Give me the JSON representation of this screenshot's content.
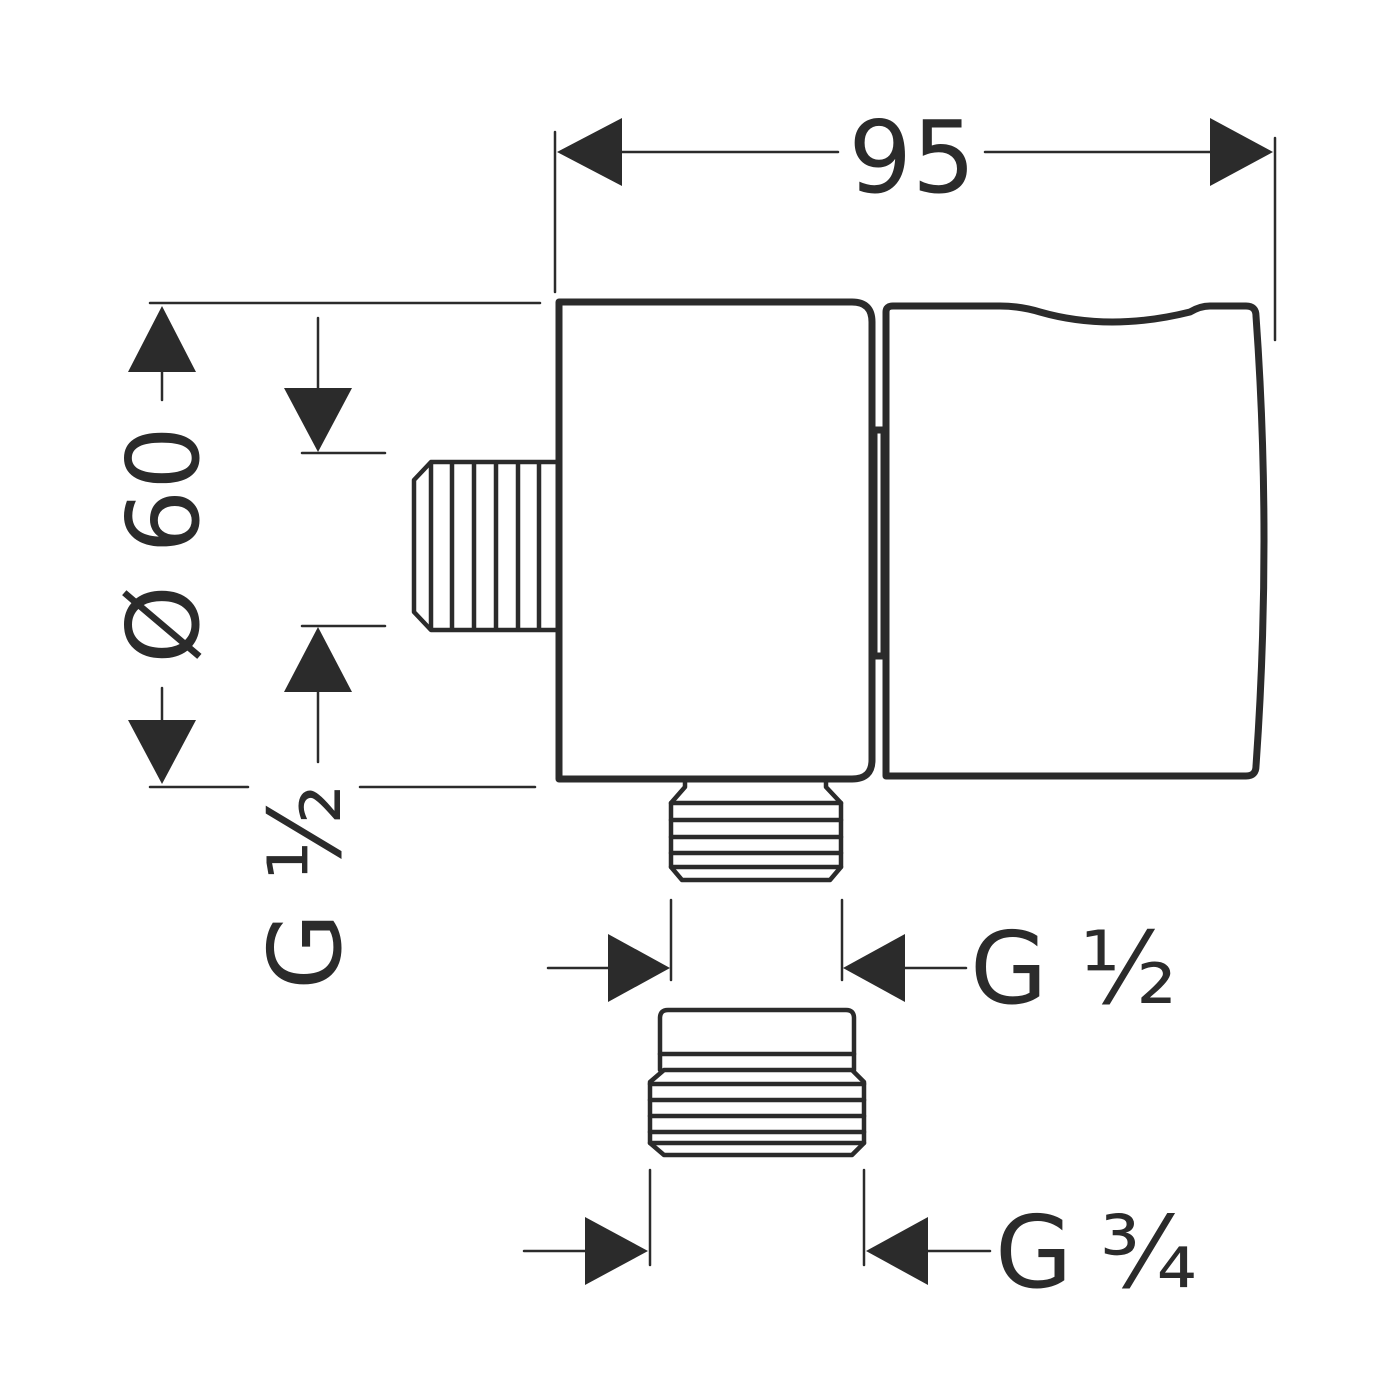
{
  "diagram": {
    "colors": {
      "stroke": "#2b2b2b",
      "background": "#ffffff"
    },
    "dimensions": {
      "width": {
        "value": "95"
      },
      "diameter": {
        "symbol": "Ø",
        "value": "60"
      },
      "side_inlet": {
        "letter": "G",
        "fraction": "½"
      },
      "outlet_thread": {
        "letter": "G",
        "fraction": "½"
      },
      "adapter_thread": {
        "letter": "G",
        "fraction": "¾"
      }
    }
  }
}
